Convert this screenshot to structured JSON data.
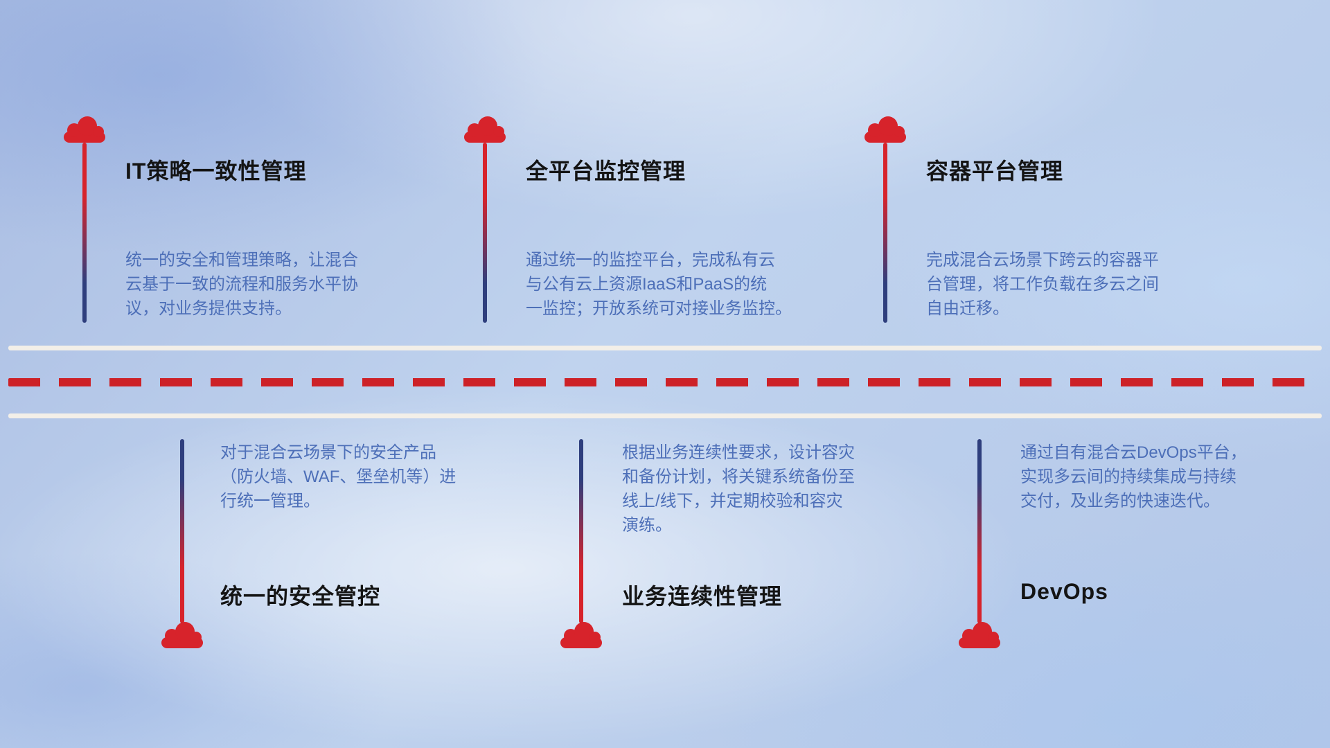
{
  "theme": {
    "cloud_color": "#d7232b",
    "stem_red": "#d7232b",
    "stem_navy": "#2e3e7d",
    "title_color": "#141414",
    "description_color": "#4d6fb8",
    "road_line_color": "#f3efe8",
    "road_dash_color": "#cd2127"
  },
  "items": [
    {
      "id": "it-policy",
      "title": "IT策略一致性管理",
      "description": "统一的安全和管理策略，让混合\n云基于一致的流程和服务水平协\n议，对业务提供支持。"
    },
    {
      "id": "monitoring",
      "title": "全平台监控管理",
      "description": "通过统一的监控平台，完成私有云\n与公有云上资源IaaS和PaaS的统\n一监控；开放系统可对接业务监控。"
    },
    {
      "id": "container-platform",
      "title": "容器平台管理",
      "description": "完成混合云场景下跨云的容器平\n台管理，将工作负载在多云之间\n自由迁移。"
    },
    {
      "id": "security-control",
      "title": "统一的安全管控",
      "description": "对于混合云场景下的安全产品\n（防火墙、WAF、堡垒机等）进\n行统一管理。"
    },
    {
      "id": "business-continuity",
      "title": "业务连续性管理",
      "description": "根据业务连续性要求，设计容灾\n和备份计划，将关键系统备份至\n线上/线下，并定期校验和容灾\n演练。"
    },
    {
      "id": "devops",
      "title": "DevOps",
      "description": "通过自有混合云DevOps平台，\n实现多云间的持续集成与持续\n交付，及业务的快速迭代。"
    }
  ]
}
